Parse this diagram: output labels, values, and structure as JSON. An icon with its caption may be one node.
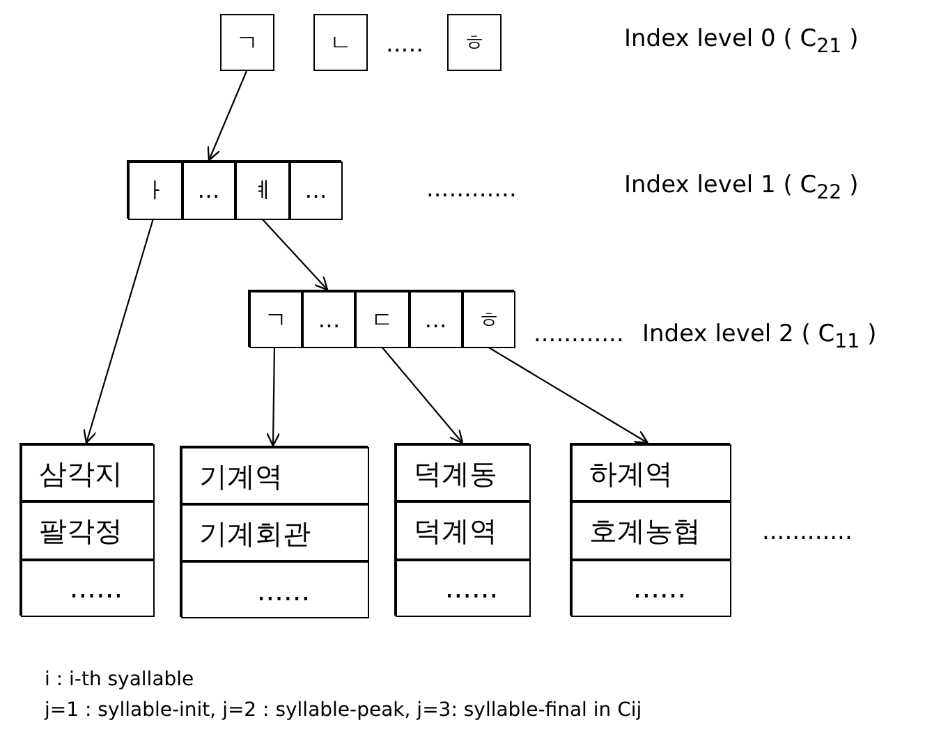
{
  "diagram": {
    "nodes": [
      {
        "text": [
          "ㄱ"
        ]
      },
      {
        "text": [
          "ㄴ"
        ]
      },
      {
        "text": [
          "ㅎ"
        ]
      },
      {
        "text": [],
        "shape": "box"
      },
      {
        "text": [
          "ㅏ"
        ],
        "in": 3
      },
      {
        "text": [
          "…"
        ],
        "in": 3
      },
      {
        "text": [
          "ㅖ"
        ],
        "in": 3
      },
      {
        "text": [
          "…"
        ],
        "in": 3
      },
      {
        "text": [],
        "shape": "box"
      },
      {
        "text": [
          "ㄱ"
        ],
        "in": 8
      },
      {
        "text": [
          "…"
        ],
        "in": 8
      },
      {
        "text": [
          "ㄷ"
        ],
        "in": 8
      },
      {
        "text": [
          "…"
        ],
        "in": 8
      },
      {
        "text": [
          "ㅎ"
        ],
        "in": 8
      },
      {
        "text": [],
        "shape": "box"
      },
      {
        "text": [
          "삼각지"
        ],
        "in": 14
      },
      {
        "text": [
          "팔각정"
        ],
        "in": 14
      },
      {
        "text": [
          "......"
        ],
        "in": 14
      },
      {
        "text": [],
        "shape": "box"
      },
      {
        "text": [
          "기계역"
        ],
        "in": 18
      },
      {
        "text": [
          "기계회관"
        ],
        "in": 18
      },
      {
        "text": [
          "......"
        ],
        "in": 18
      },
      {
        "text": [],
        "shape": "box"
      },
      {
        "text": [
          "덕계동"
        ],
        "in": 22
      },
      {
        "text": [
          "덕계역"
        ],
        "in": 22
      },
      {
        "text": [
          "......"
        ],
        "in": 22
      },
      {
        "text": [],
        "shape": "box"
      },
      {
        "text": [
          "하계역"
        ],
        "in": 26
      },
      {
        "text": [
          "호계농협"
        ],
        "in": 26
      },
      {
        "text": [
          "......"
        ],
        "in": 26
      }
    ],
    "edges": [
      {
        "from": 0,
        "to": 3,
        "arrow": "to"
      },
      {
        "from": 4,
        "to": 14,
        "arrow": "to"
      },
      {
        "from": 6,
        "to": 8,
        "arrow": "to"
      },
      {
        "from": 9,
        "to": 18,
        "arrow": "to"
      },
      {
        "from": 11,
        "to": 22,
        "arrow": "to"
      },
      {
        "from": 13,
        "to": 26,
        "arrow": "to"
      }
    ],
    "labels": [
      ".....",
      "Index level 0 ( C$_{21}$ )",
      "............",
      "Index level 1 ( C$_{22}$ )",
      "............",
      "Index level 2 ( C$_{11}$ )",
      "............",
      "i : i-th syallable",
      "j=1 : syllable-init, j=2 : syllable-peak,  j=3: syllable-final in Cij"
    ]
  }
}
